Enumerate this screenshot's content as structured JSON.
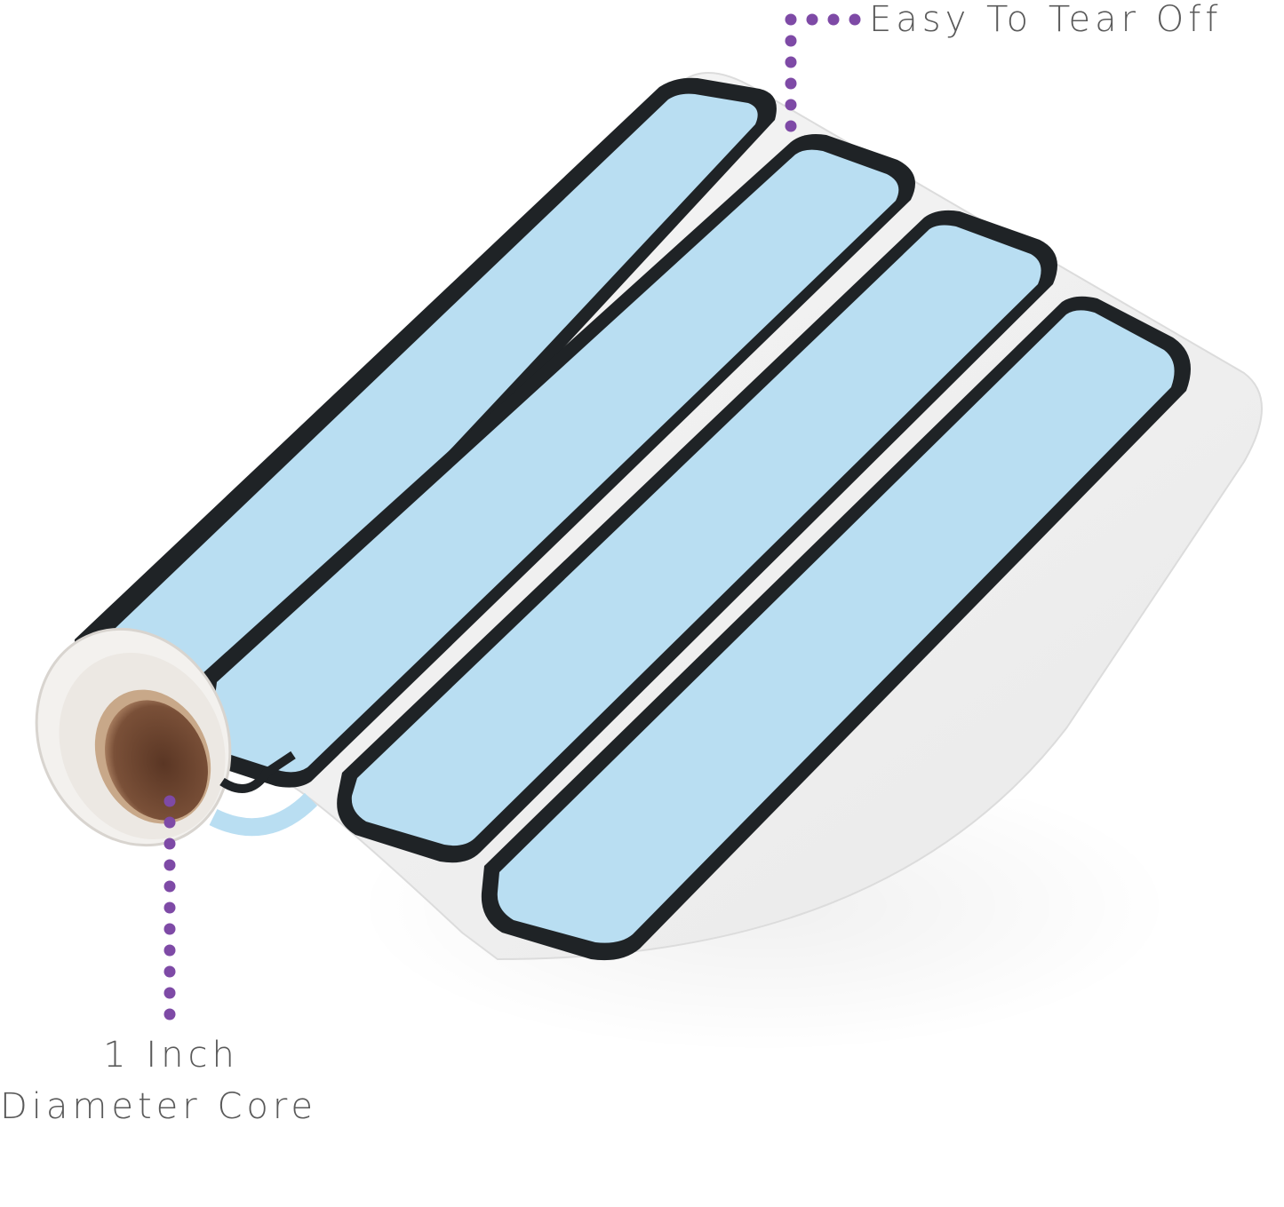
{
  "image": {
    "description": "Product photo of a roll of light-blue rectangular labels with black rounded borders, partially unrolled",
    "colors": {
      "label_fill": "#b9def2",
      "label_border": "#1f2326",
      "backing": "#f4f4f4",
      "core": "#6b4530",
      "callout_dot": "#7e4aa6",
      "callout_text": "#5a5a5a",
      "background": "#ffffff"
    }
  },
  "callouts": {
    "tear_off": {
      "label": "Easy To Tear Off"
    },
    "core": {
      "line1": "1 Inch",
      "line2": "Diameter Core"
    }
  }
}
